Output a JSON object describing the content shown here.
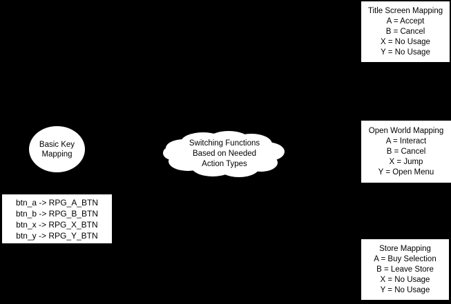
{
  "diagram": {
    "background_color": "#000000",
    "node_fill_color": "#ffffff",
    "text_color": "#000000",
    "nodes": {
      "basic_key_mapping": {
        "shape": "ellipse",
        "lines": [
          "Basic Key",
          "Mapping"
        ]
      },
      "key_mapping_list": {
        "shape": "rectangle",
        "lines": [
          "btn_a -> RPG_A_BTN",
          "btn_b -> RPG_B_BTN",
          "btn_x -> RPG_X_BTN",
          "btn_y -> RPG_Y_BTN"
        ]
      },
      "switching_functions": {
        "shape": "cloud",
        "lines": [
          "Switching Functions",
          "Based on Needed",
          "Action Types"
        ]
      },
      "title_screen_mapping": {
        "shape": "rectangle",
        "lines": [
          "Title Screen Mapping",
          "A = Accept",
          "B = Cancel",
          "X = No Usage",
          "Y = No Usage"
        ]
      },
      "open_world_mapping": {
        "shape": "rectangle",
        "lines": [
          "Open World Mapping",
          "A = Interact",
          "B = Cancel",
          "X = Jump",
          "Y = Open Menu"
        ]
      },
      "store_mapping": {
        "shape": "rectangle",
        "lines": [
          "Store Mapping",
          "A = Buy Selection",
          "B = Leave Store",
          "X = No Usage",
          "Y = No Usage"
        ]
      }
    }
  }
}
